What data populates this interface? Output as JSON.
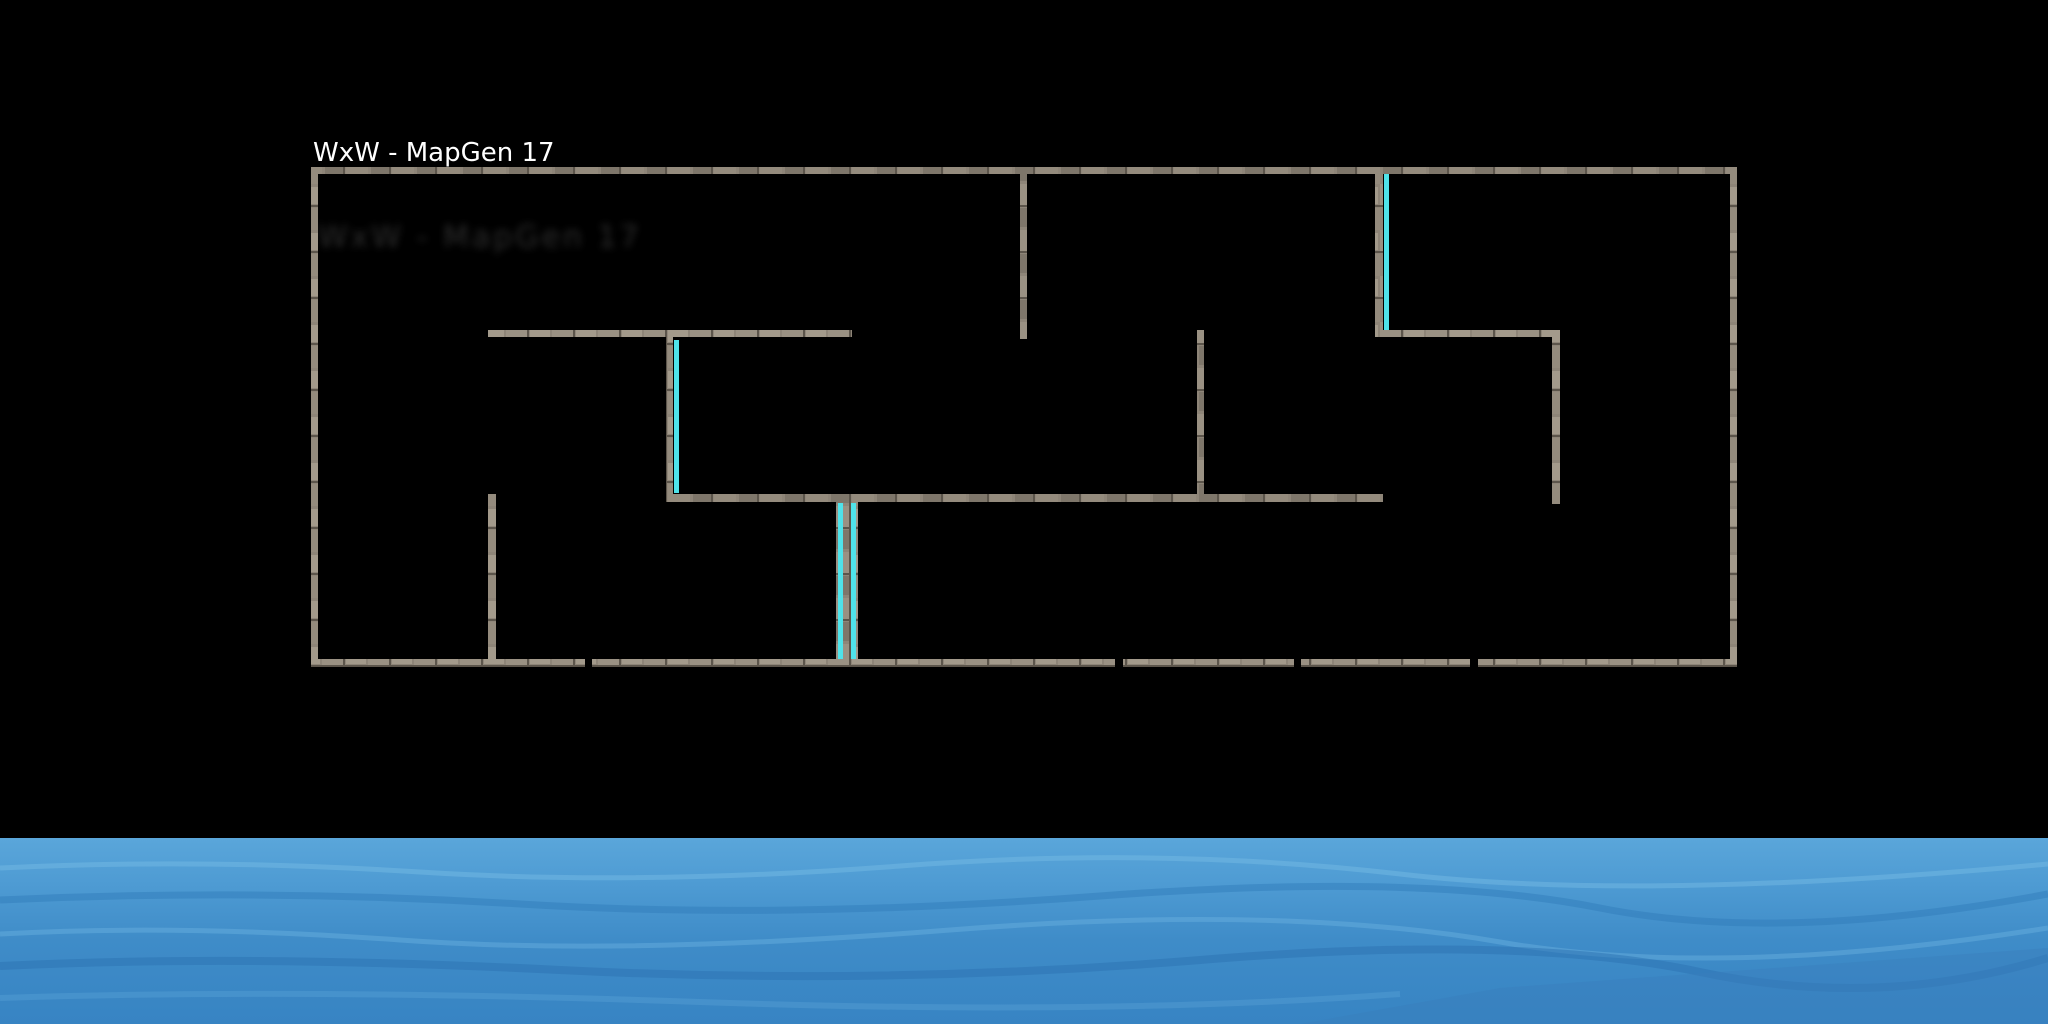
{
  "map": {
    "title": "WxW - MapGen 17",
    "title_ghost": "WxW - MapGen 17"
  },
  "colors": {
    "background": "#000000",
    "wall_stone": "#8e8578",
    "wall_highlight": "#b3aa9c",
    "wall_shadow": "#5c554b",
    "portal": "#4fe3ea",
    "water_top": "#5aa6da",
    "water_bottom": "#3784c3"
  },
  "icons": {
    "wall": "stone-wall-segment",
    "portal": "cyan-portal-bar",
    "water": "ocean-water"
  }
}
